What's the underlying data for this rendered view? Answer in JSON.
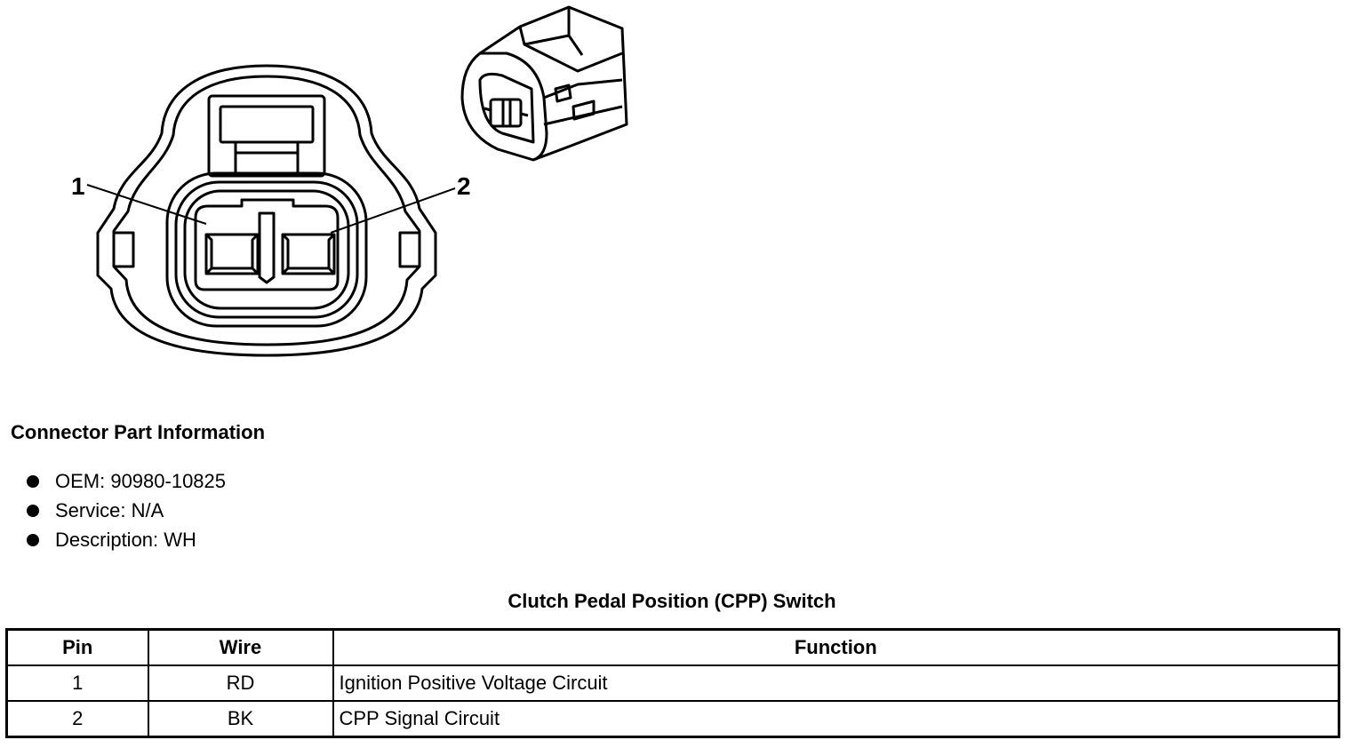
{
  "diagram": {
    "pin_labels": [
      "1",
      "2"
    ]
  },
  "connector_info": {
    "title": "Connector Part Information",
    "items": [
      "OEM: 90980-10825",
      "Service: N/A",
      "Description: WH"
    ]
  },
  "pin_table": {
    "title": "Clutch Pedal Position (CPP) Switch",
    "headers": [
      "Pin",
      "Wire",
      "Function"
    ],
    "rows": [
      [
        "1",
        "RD",
        "Ignition Positive Voltage Circuit"
      ],
      [
        "2",
        "BK",
        "CPP Signal Circuit"
      ]
    ]
  }
}
